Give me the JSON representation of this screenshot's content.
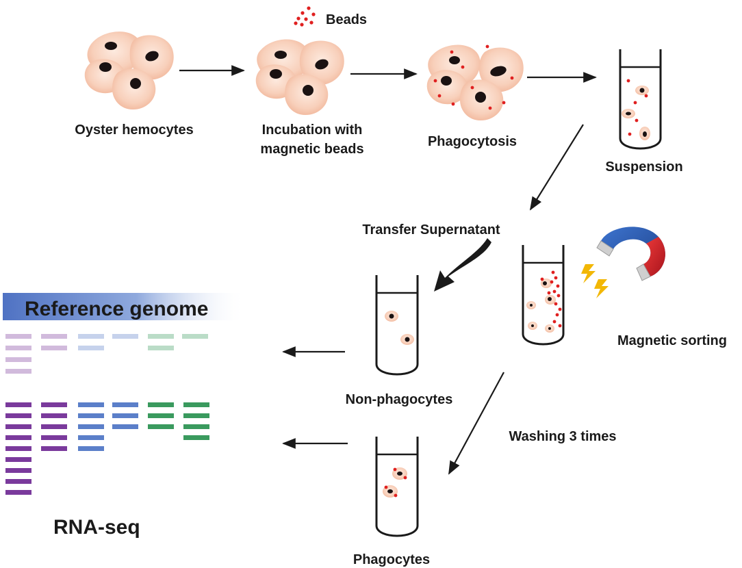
{
  "labels": {
    "beads": "Beads",
    "oyster_hemocytes": "Oyster hemocytes",
    "incubation_line1": "Incubation with",
    "incubation_line2": "magnetic beads",
    "phagocytosis": "Phagocytosis",
    "suspension": "Suspension",
    "transfer_supernatant": "Transfer Supernatant",
    "magnetic_sorting": "Magnetic sorting",
    "non_phagocytes": "Non-phagocytes",
    "washing": "Washing 3 times",
    "phagocytes": "Phagocytes",
    "reference_genome": "Reference genome",
    "rna_seq": "RNA-seq"
  },
  "colors": {
    "cell_fill": "#f7c9b2",
    "cell_center": "#fde6d8",
    "nucleus": "#1a1212",
    "bead": "#e02020",
    "arrow": "#1a1a1a",
    "magnet_blue": "#2456a8",
    "magnet_red": "#d8202a",
    "magnet_tip": "#c8c8c8",
    "lightning": "#f2b705",
    "genome_bar": "#4f72c3",
    "purple": "#7a3a9c",
    "blue": "#5b7fc9",
    "green": "#3a9a5e"
  }
}
